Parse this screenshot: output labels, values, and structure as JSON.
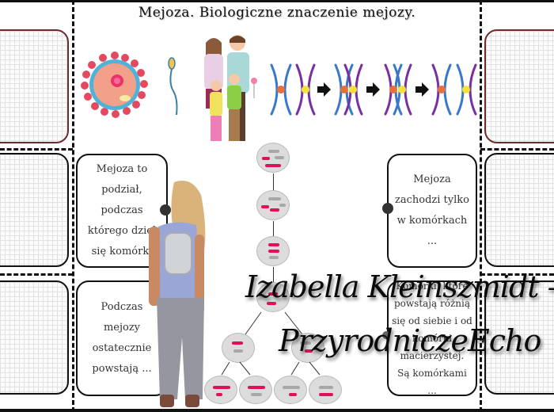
{
  "page": {
    "title": "Mejoza. Biologiczne znaczenie mejozy.",
    "colors": {
      "border": "#111111",
      "brown_card_border": "#6b2c2c",
      "chromosome_pink": "#e0105a",
      "chromosome_gray": "#a8a8a8",
      "chromosome_blue": "#3a78c9",
      "chromosome_purple": "#7a2fa0",
      "centromere_orange": "#e8713a",
      "centromere_yellow": "#f2e23a"
    }
  },
  "illustrations": {
    "top_row": [
      "egg-cell-icon",
      "sperm-cell-icon",
      "family-icon",
      "crossing-over-diagram"
    ],
    "crossing_over_steps": 4,
    "meiosis_diagram": {
      "stages": [
        "interphase-cell",
        "prophase-cell",
        "metaphase-cell",
        "anaphase-cell",
        "daughter-cells-2",
        "gamete-cells-4"
      ]
    },
    "person_photo": "woman-with-backpack"
  },
  "cards": {
    "left_top": {
      "lines": [
        "Mejoza to",
        "podział,",
        "podczas",
        "którego dziel",
        "się komórki"
      ]
    },
    "left_bottom": {
      "lines": [
        "Podczas",
        "mejozy",
        "ostatecznie",
        "powstają ..."
      ]
    },
    "right_top": {
      "lines": [
        "Mejoza",
        "zachodzi tylko",
        "w komórkach",
        "..."
      ]
    },
    "right_bottom": {
      "lines": [
        "Komórki, które",
        "powstają różnią",
        "się od siebie i od",
        "komórki",
        "macierzystej.",
        "Są komórkami ..."
      ]
    }
  },
  "watermark": {
    "line1": "Izabella Kleinszmidt –",
    "line2": "PrzyrodniczeEcho"
  }
}
